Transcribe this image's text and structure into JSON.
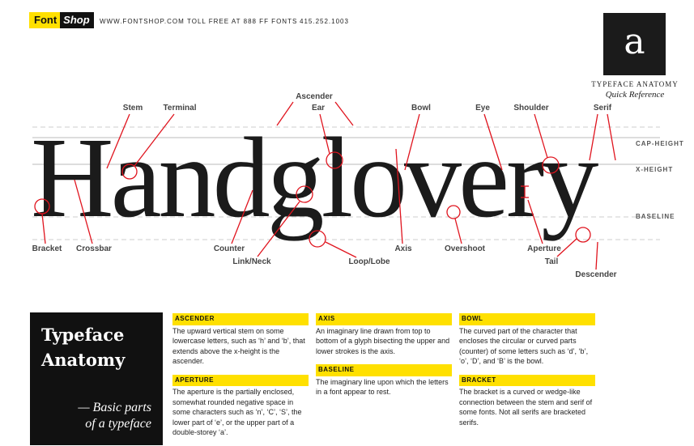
{
  "header": {
    "logo_font": "Font",
    "logo_shop": "Shop",
    "website": "WWW.FONTSHOP.COM",
    "tollfree": "TOLL FREE AT 888 FF FONTS",
    "phone": "415.252.1003"
  },
  "badge": {
    "glyph": "a",
    "title": "TYPEFACE ANATOMY",
    "subtitle": "Quick Reference"
  },
  "diagram": {
    "word": "Handglovery",
    "guides": {
      "cap": "CAP-HEIGHT",
      "x": "X-HEIGHT",
      "base": "BASELINE"
    },
    "labels": {
      "ascender": "Ascender",
      "stem": "Stem",
      "terminal": "Terminal",
      "ear": "Ear",
      "bowl": "Bowl",
      "eye": "Eye",
      "shoulder": "Shoulder",
      "serif": "Serif",
      "bracket": "Bracket",
      "crossbar": "Crossbar",
      "counter": "Counter",
      "link": "Link/Neck",
      "loop": "Loop/Lobe",
      "axis": "Axis",
      "overshoot": "Overshoot",
      "aperture": "Aperture",
      "tail": "Tail",
      "descender": "Descender"
    }
  },
  "panel": {
    "title1": "Typeface",
    "title2": "Anatomy",
    "sub1": "— Basic parts",
    "sub2": "of a typeface"
  },
  "definitions": [
    {
      "term": "ASCENDER",
      "text": "The upward vertical stem on some lowercase letters, such as ‘h’ and ‘b’, that extends above the x-height is the ascender."
    },
    {
      "term": "APERTURE",
      "text": "The aperture is the partially enclosed, somewhat rounded negative space in some characters such as ‘n’, ‘C’, ‘S’, the lower part of ‘e’, or the upper part of a double-storey ‘a’."
    },
    {
      "term": "AXIS",
      "text": "An imaginary line drawn from top to bottom of a glyph bisecting the upper and lower strokes is the axis."
    },
    {
      "term": "BASELINE",
      "text": "The imaginary line upon which the letters in a font appear to rest."
    },
    {
      "term": "BOWL",
      "text": "The curved part of the character that encloses the circular or curved parts (counter) of some letters such as ‘d’, ‘b’, ‘o’, ‘D’, and ‘B’ is the bowl."
    },
    {
      "term": "BRACKET",
      "text": "The bracket is a curved or wedge-like connection between the stem and serif of some fonts. Not all serifs are bracketed serifs."
    }
  ],
  "colors": {
    "accent": "#ffe000",
    "marker": "#e0141e"
  }
}
